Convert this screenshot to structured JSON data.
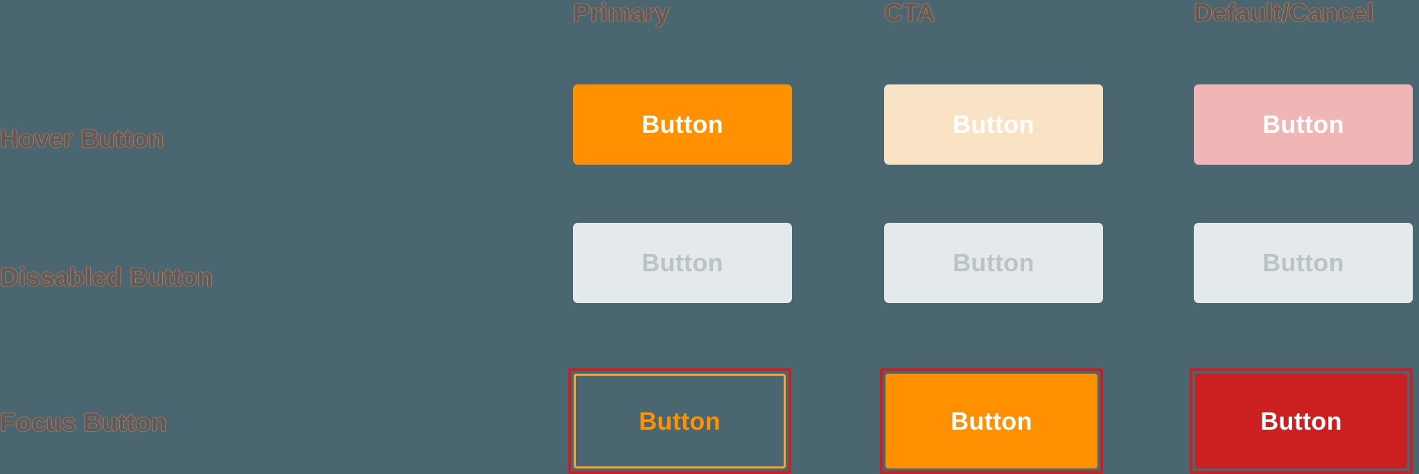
{
  "theme": {
    "background": "#4a6670",
    "label_color": "#5c5c5c",
    "label_fringe": "#d67a4a",
    "primary_orange": "#ff9100",
    "cta_peach": "#fae2c4",
    "default_pink": "#f0b6b6",
    "disabled_bg": "#e4e9eb",
    "disabled_text": "#bcc3c7",
    "focus_ring_red": "#cc1f1f",
    "white": "#ffffff"
  },
  "columns": [
    {
      "label": "Primary"
    },
    {
      "label": "CTA"
    },
    {
      "label": "Default/Cancel"
    }
  ],
  "rows": [
    {
      "label": "Hover Button"
    },
    {
      "label": "Dissabled Button"
    },
    {
      "label": "Focus Button"
    }
  ],
  "buttons": {
    "hover": {
      "primary": {
        "label": "Button"
      },
      "cta": {
        "label": "Button"
      },
      "default": {
        "label": "Button"
      }
    },
    "disabled": {
      "primary": {
        "label": "Button"
      },
      "cta": {
        "label": "Button"
      },
      "default": {
        "label": "Button"
      }
    },
    "focus": {
      "primary": {
        "label": "Button"
      },
      "cta": {
        "label": "Button"
      },
      "default": {
        "label": "Button"
      }
    }
  }
}
